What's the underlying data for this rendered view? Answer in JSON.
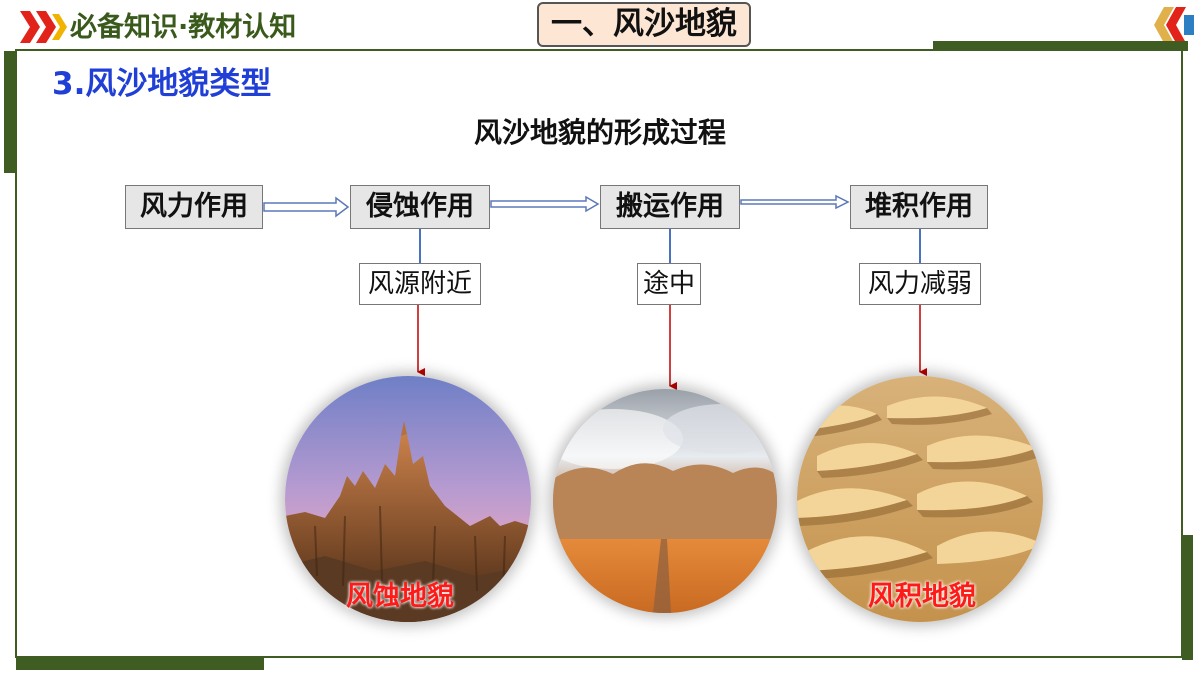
{
  "header": {
    "title": "必备知识·教材认知",
    "section": "一、风沙地貌"
  },
  "main": {
    "subtitle": "3.风沙地貌类型",
    "flow_title": "风沙地貌的形成过程",
    "stages": [
      "风力作用",
      "侵蚀作用",
      "搬运作用",
      "堆积作用"
    ],
    "locations": [
      "风源附近",
      "途中",
      "风力减弱"
    ],
    "photo_labels": {
      "erosion": "风蚀地貌",
      "transport": "",
      "deposition": "风积地貌"
    }
  },
  "colors": {
    "theme_green": "#3f5c22",
    "subtitle_blue": "#1f3fd6",
    "label_red": "#ff1a1a",
    "chevron_red": "#e2231a",
    "flow_arrow_blue": "#5a78b8",
    "connector_red": "#c00000"
  },
  "icons": [
    "chevron-right-icon",
    "chevron-left-icon",
    "flow-arrow-icon"
  ]
}
